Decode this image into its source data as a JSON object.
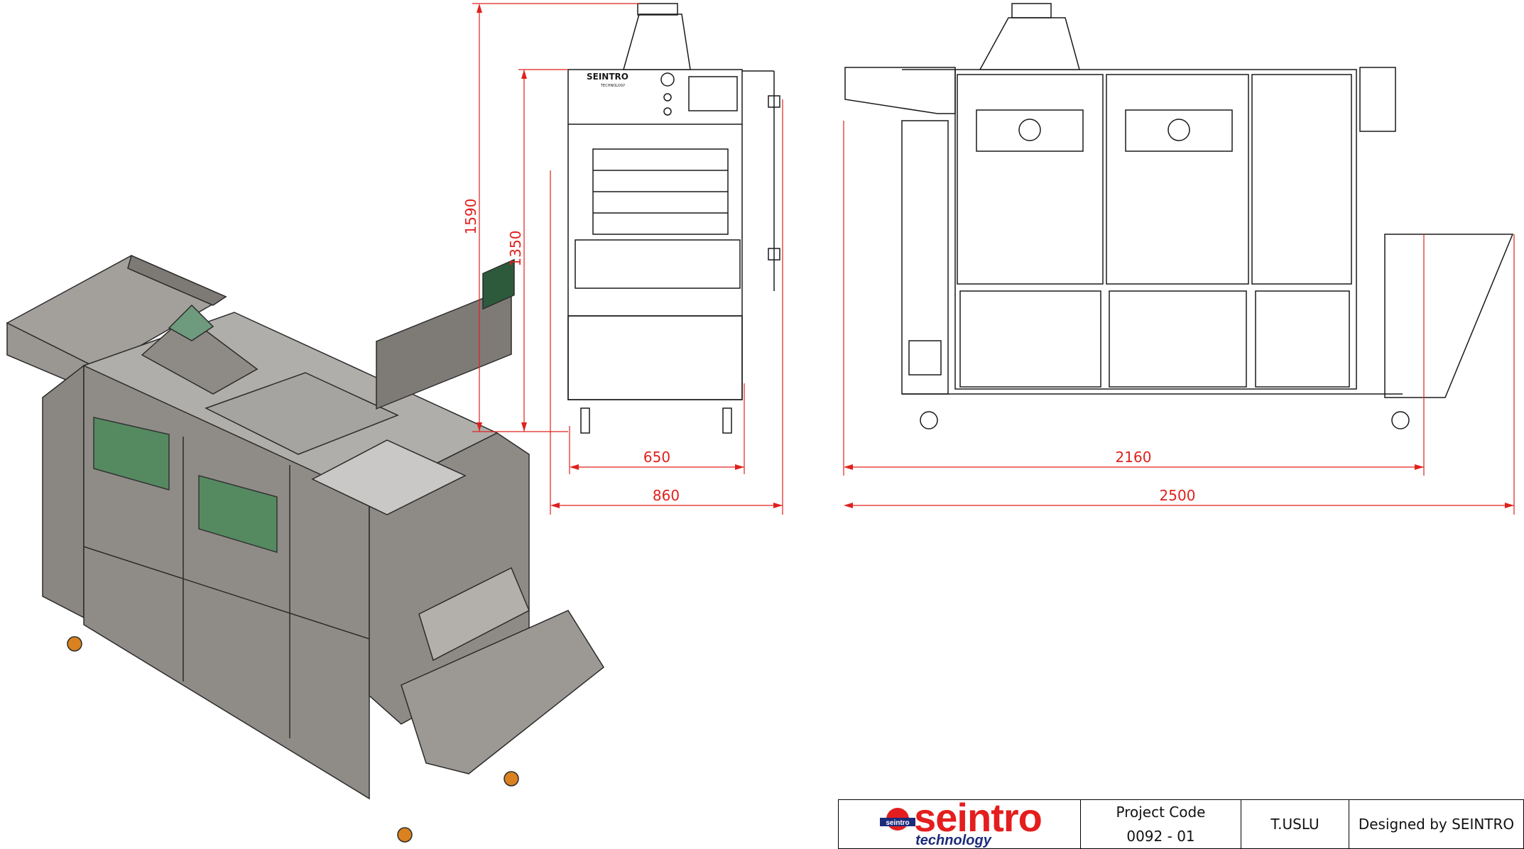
{
  "dimensions": {
    "overall_height": "1590",
    "body_height": "1350",
    "inner_width": "650",
    "overall_width": "860",
    "body_length": "2160",
    "overall_length": "2500"
  },
  "brand": {
    "panel_label": "SEINTRO",
    "panel_sub": "TECHNOLOGY",
    "logo_main": "seintro",
    "logo_sub": "technology",
    "logo_badge": "seintro",
    "colors": {
      "red": "#e41e1e",
      "blue": "#1c2b7a",
      "dim": "#e0211d",
      "body": "#8f8c88"
    }
  },
  "title_block": {
    "project_code_label": "Project Code",
    "project_code": "0092 - 01",
    "author": "T.USLU",
    "designer": "Designed by SEINTRO"
  }
}
